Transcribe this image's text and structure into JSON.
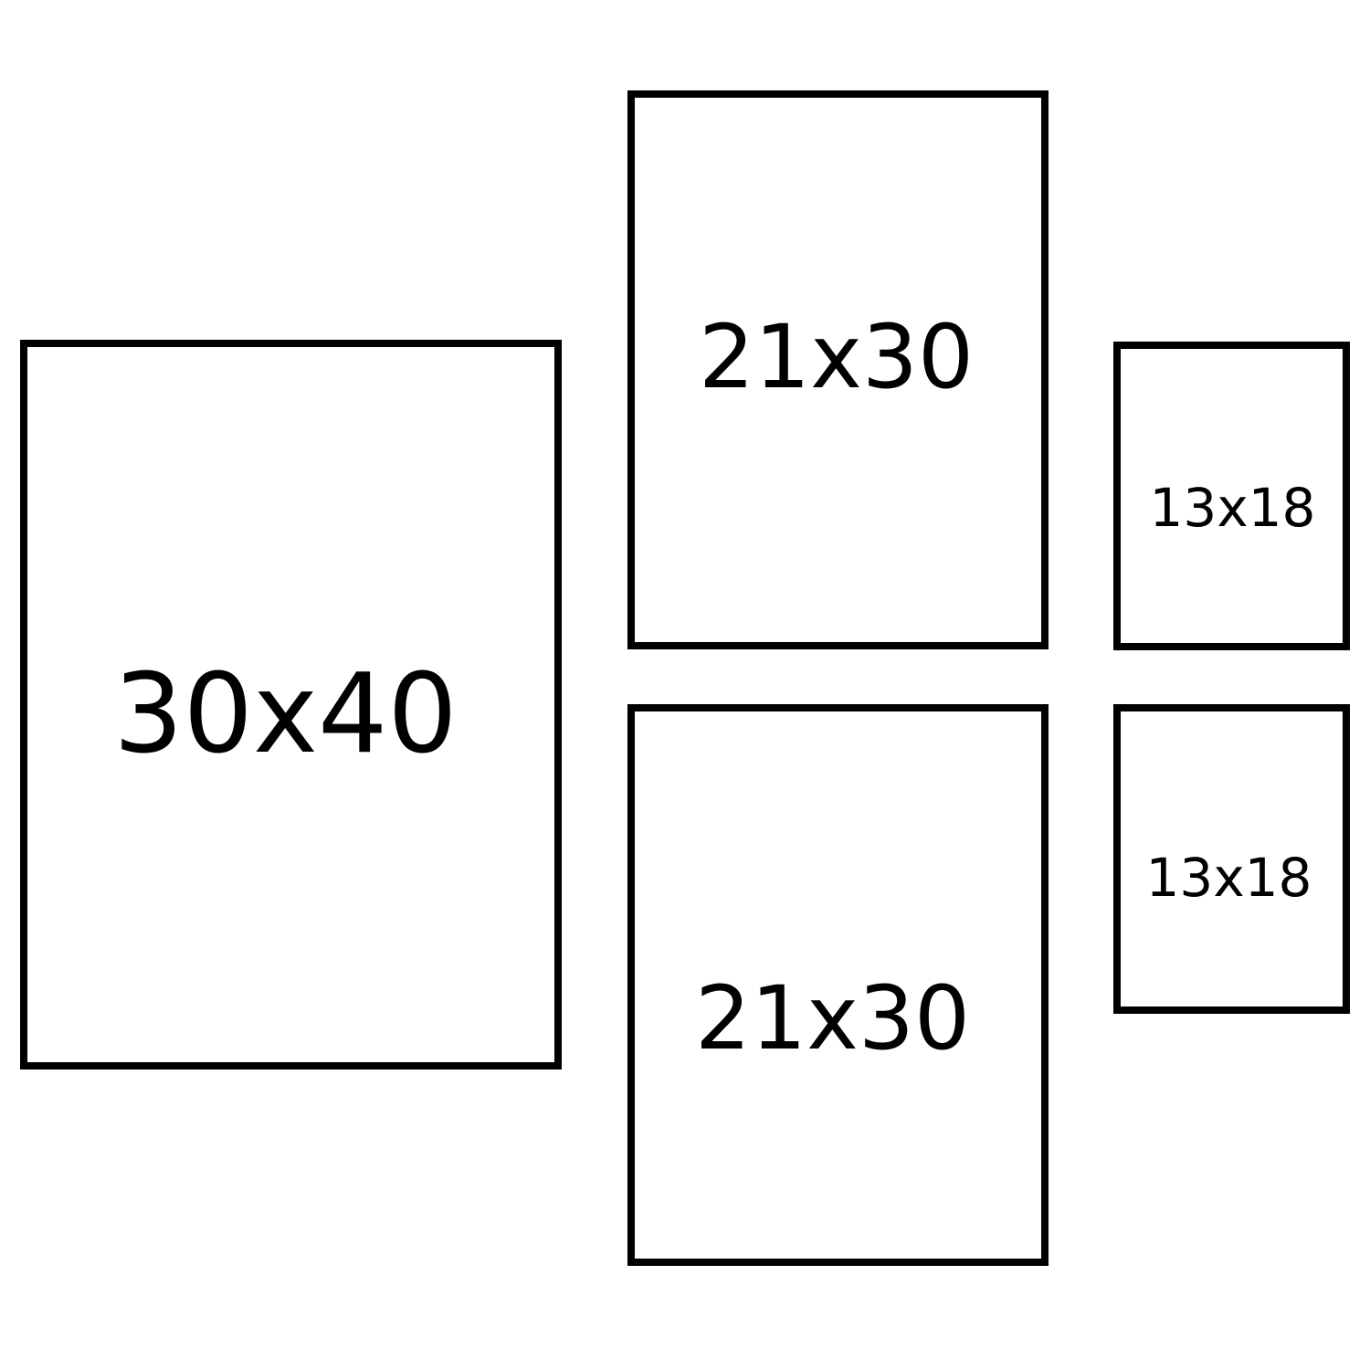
{
  "frames": [
    {
      "label": "30x40"
    },
    {
      "label": "21x30"
    },
    {
      "label": "21x30"
    },
    {
      "label": "13x18"
    },
    {
      "label": "13x18"
    }
  ]
}
